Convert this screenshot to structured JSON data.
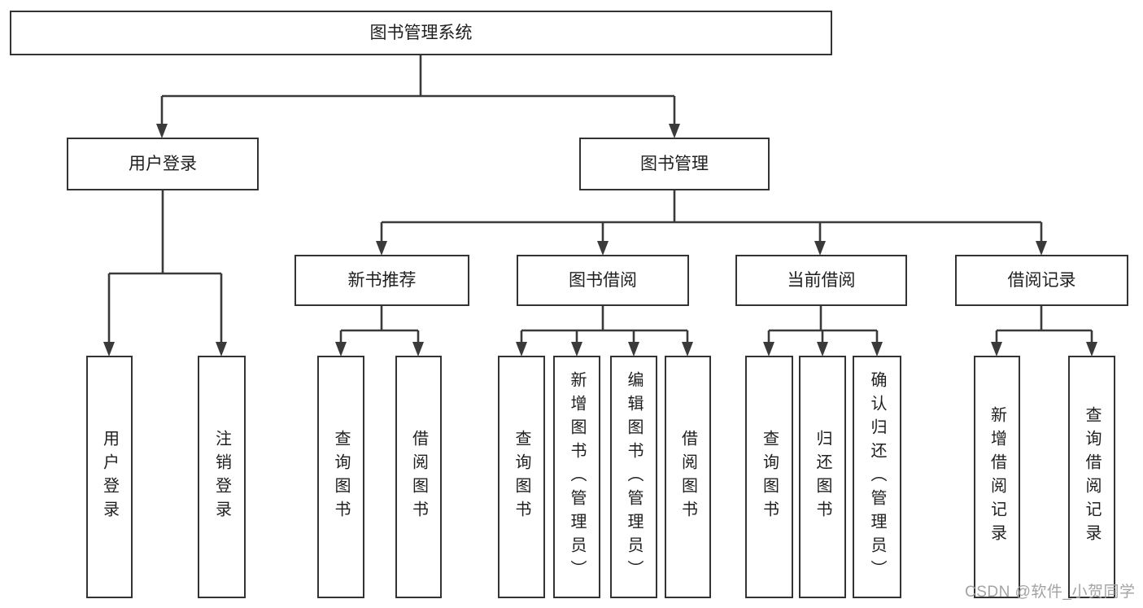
{
  "diagram": {
    "title": "图书管理系统",
    "branches": [
      {
        "label": "用户登录",
        "children": [
          {
            "label": "用户登录"
          },
          {
            "label": "注销登录"
          }
        ]
      },
      {
        "label": "图书管理",
        "sections": [
          {
            "label": "新书推荐",
            "children": [
              {
                "label": "查询图书"
              },
              {
                "label": "借阅图书"
              }
            ]
          },
          {
            "label": "图书借阅",
            "children": [
              {
                "label": "查询图书"
              },
              {
                "label": "新增图书（管理员）"
              },
              {
                "label": "编辑图书（管理员）"
              },
              {
                "label": "借阅图书"
              }
            ]
          },
          {
            "label": "当前借阅",
            "children": [
              {
                "label": "查询图书"
              },
              {
                "label": "归还图书"
              },
              {
                "label": "确认归还（管理员）"
              }
            ]
          },
          {
            "label": "借阅记录",
            "children": [
              {
                "label": "新增借阅记录"
              },
              {
                "label": "查询借阅记录"
              }
            ]
          }
        ]
      }
    ]
  },
  "watermark": {
    "text": "CSDN @软件_小贺同学"
  },
  "colors": {
    "line": "#3a3a3a",
    "box_border": "#333333",
    "box_fill": "#ffffff",
    "text": "#1f1f1f",
    "watermark": "#a3a3a3",
    "background": "#ffffff"
  }
}
